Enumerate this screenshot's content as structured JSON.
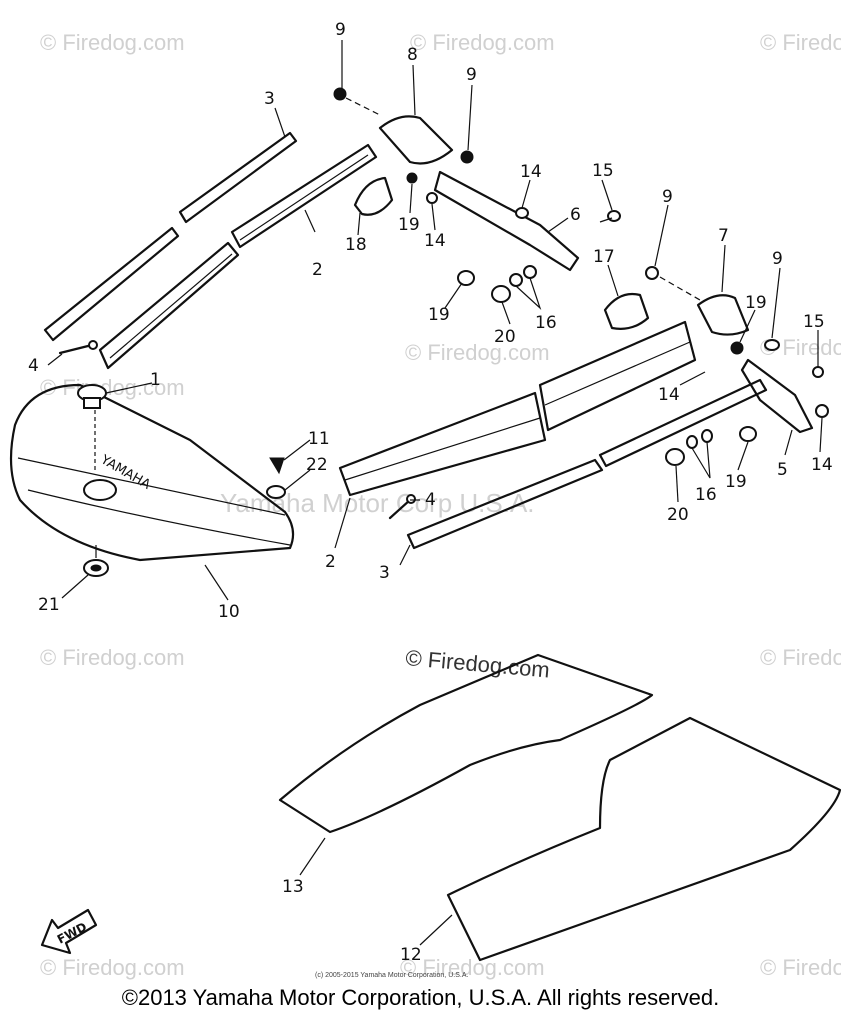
{
  "watermarks": {
    "site": "© Firedog.com",
    "center_overlay": "Yamaha Motor Corp U.S.A."
  },
  "small_copyright": "(c) 2005-2015 Yamaha Motor Corporation, U.S.A.",
  "footer": "©2013 Yamaha Motor Corporation, U.S.A. All rights reserved.",
  "arrow_label": "FWD",
  "bumper_emblem": "YAMAHA",
  "part_labels": [
    "9",
    "8",
    "9",
    "3",
    "14",
    "15",
    "6",
    "9",
    "2",
    "18",
    "19",
    "14",
    "17",
    "7",
    "9",
    "19",
    "19",
    "20",
    "16",
    "15",
    "4",
    "1",
    "14",
    "5",
    "14",
    "11",
    "22",
    "19",
    "16",
    "20",
    "4",
    "2",
    "3",
    "21",
    "10",
    "13",
    "12"
  ]
}
